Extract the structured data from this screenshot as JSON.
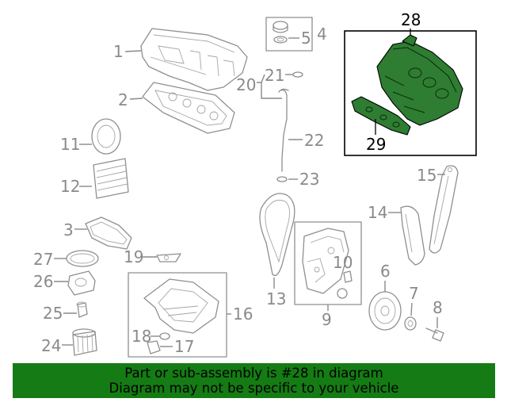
{
  "callouts": {
    "c1": "1",
    "c2": "2",
    "c3": "3",
    "c4": "4",
    "c5": "5",
    "c6": "6",
    "c7": "7",
    "c8": "8",
    "c9": "9",
    "c10": "10",
    "c11": "11",
    "c12": "12",
    "c13": "13",
    "c14": "14",
    "c15": "15",
    "c16": "16",
    "c17": "17",
    "c18": "18",
    "c19": "19",
    "c20": "20",
    "c21": "21",
    "c22": "22",
    "c23": "23",
    "c24": "24",
    "c25": "25",
    "c26": "26",
    "c27": "27",
    "c28": "28",
    "c29": "29"
  },
  "highlight": {
    "color": "#2e7d32"
  },
  "footer": {
    "line1": "Part or sub-assembly is #28 in diagram",
    "line2": "Diagram may not be specific to your vehicle",
    "background": "#157b14"
  }
}
